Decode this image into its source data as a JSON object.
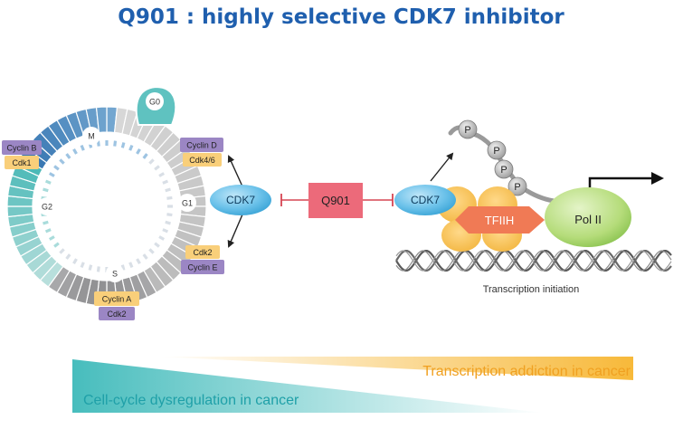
{
  "title": "Q901 : highly selective CDK7 inhibitor",
  "cell_cycle": {
    "phases": {
      "g0": "G0",
      "m": "M",
      "g1": "G1",
      "g2": "G2",
      "s": "S"
    },
    "tags": {
      "cyclin_b": "Cyclin B",
      "cdk1": "Cdk1",
      "cyclin_d": "Cyclin D",
      "cdk46": "Cdk4/6",
      "cdk2_right": "Cdk2",
      "cyclin_e": "Cyclin E",
      "cyclin_a": "Cyclin A",
      "cdk2_bottom": "Cdk2"
    }
  },
  "center": {
    "cdk7_left": "CDK7",
    "inhibitor": "Q901",
    "cdk7_right": "CDK7"
  },
  "transcription": {
    "phospho": [
      "P",
      "P",
      "P",
      "P"
    ],
    "tfiih": "TFIIH",
    "pol2": "Pol II",
    "caption": "Transcription initiation"
  },
  "bottom": {
    "transcription_addiction": "Transcription addiction in cancer",
    "cell_cycle_dysregulation": "Cell-cycle dysregulation in cancer"
  },
  "colors": {
    "title": "#1f5fae",
    "cdk7_fill": "#5db8e6",
    "q901_fill": "#ec6a7a",
    "inhibit_line": "#d64653",
    "purple_tag": "#9b86c4",
    "yellow_tag": "#f9cf7a",
    "teal": "#4fbdbd",
    "orange_text": "#f0a020",
    "teal_text": "#1fa0a8",
    "pol2_fill": "#a9d66b",
    "tfiih_fill": "#f07a55"
  }
}
